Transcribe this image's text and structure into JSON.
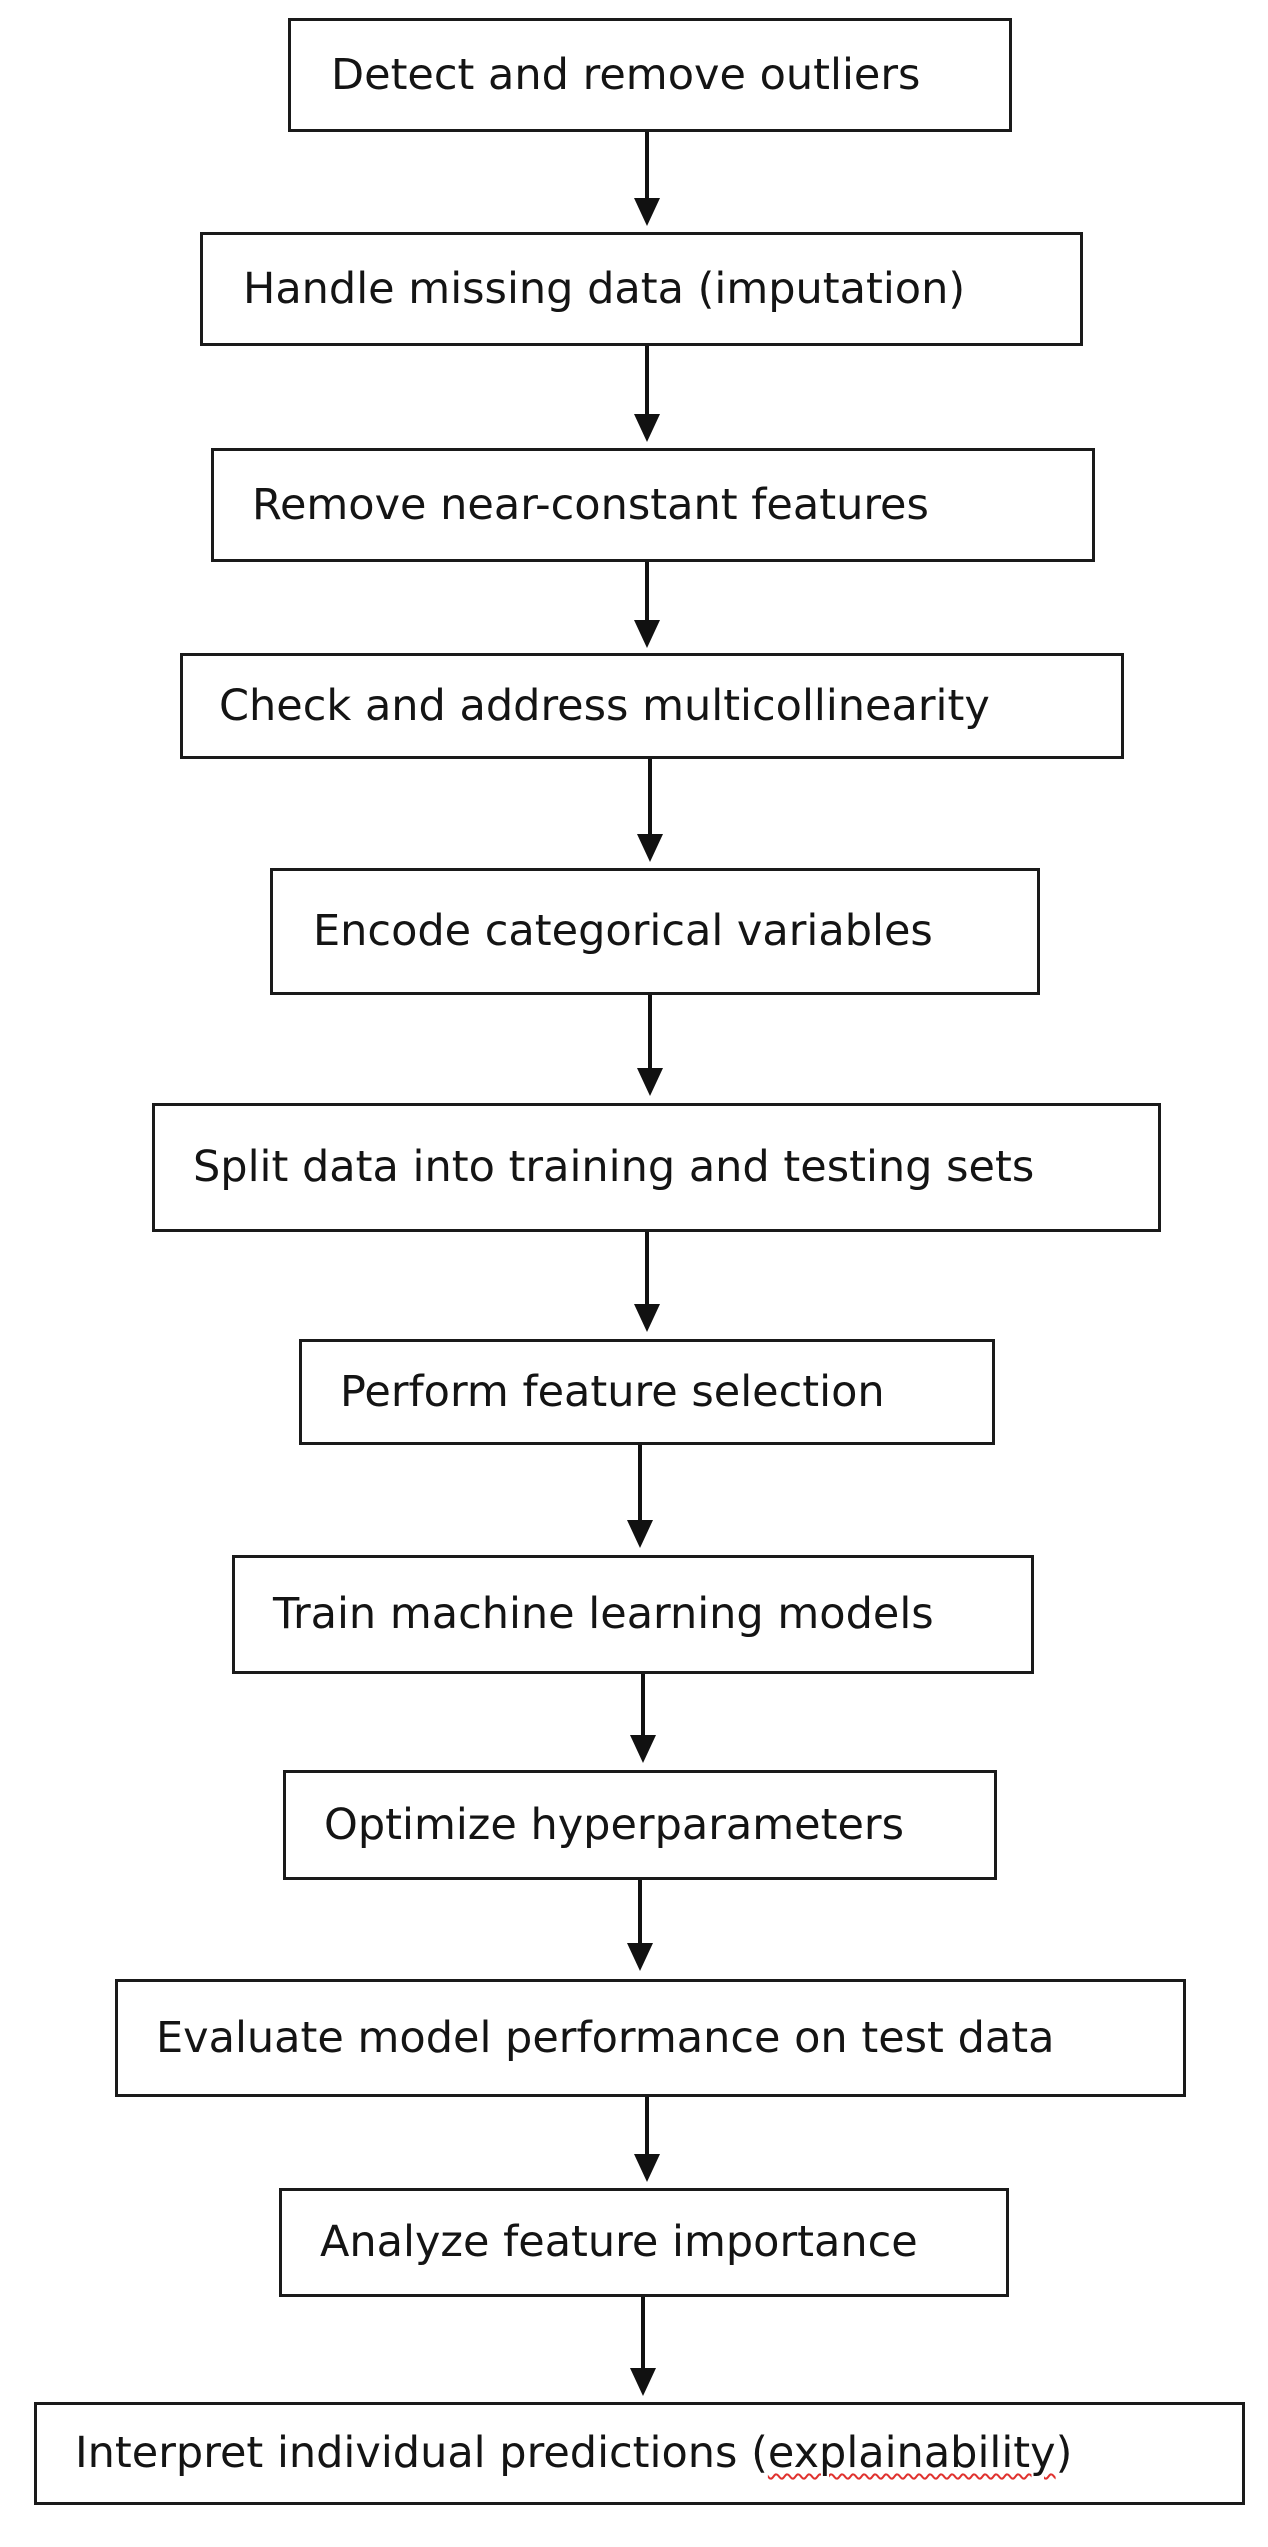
{
  "steps": [
    {
      "label": "Detect and remove outliers"
    },
    {
      "label": "Handle missing data (imputation)"
    },
    {
      "label": "Remove near-constant features"
    },
    {
      "label": "Check and address multicollinearity"
    },
    {
      "label": "Encode categorical variables"
    },
    {
      "label": "Split data into training and testing sets"
    },
    {
      "label": "Perform feature selection"
    },
    {
      "label": "Train machine learning models"
    },
    {
      "label": "Optimize hyperparameters"
    },
    {
      "label": "Evaluate model performance on test data"
    },
    {
      "label": "Analyze feature importance"
    },
    {
      "label": "Interpret individual predictions (",
      "label_flagged": "explainability",
      "label_end": ")"
    }
  ],
  "colors": {
    "border": "#1a1a1a",
    "text": "#141414",
    "arrow": "#111111",
    "spellcheck_underline": "#e0322f"
  }
}
